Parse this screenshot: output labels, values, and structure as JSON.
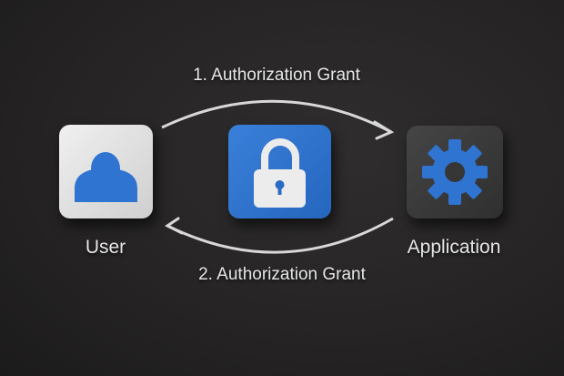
{
  "diagram": {
    "top_arrow_label": "1. Authorization Grant",
    "bottom_arrow_label": "2. Authorization Grant",
    "nodes": [
      {
        "label": "User",
        "icon": "user-icon",
        "color": "#e2e2e2"
      },
      {
        "label": "",
        "icon": "lock-icon",
        "color": "#2f74d0"
      },
      {
        "label": "Application",
        "icon": "gear-icon",
        "color": "#3b3b3b"
      }
    ],
    "accent_color": "#2f74d0"
  }
}
